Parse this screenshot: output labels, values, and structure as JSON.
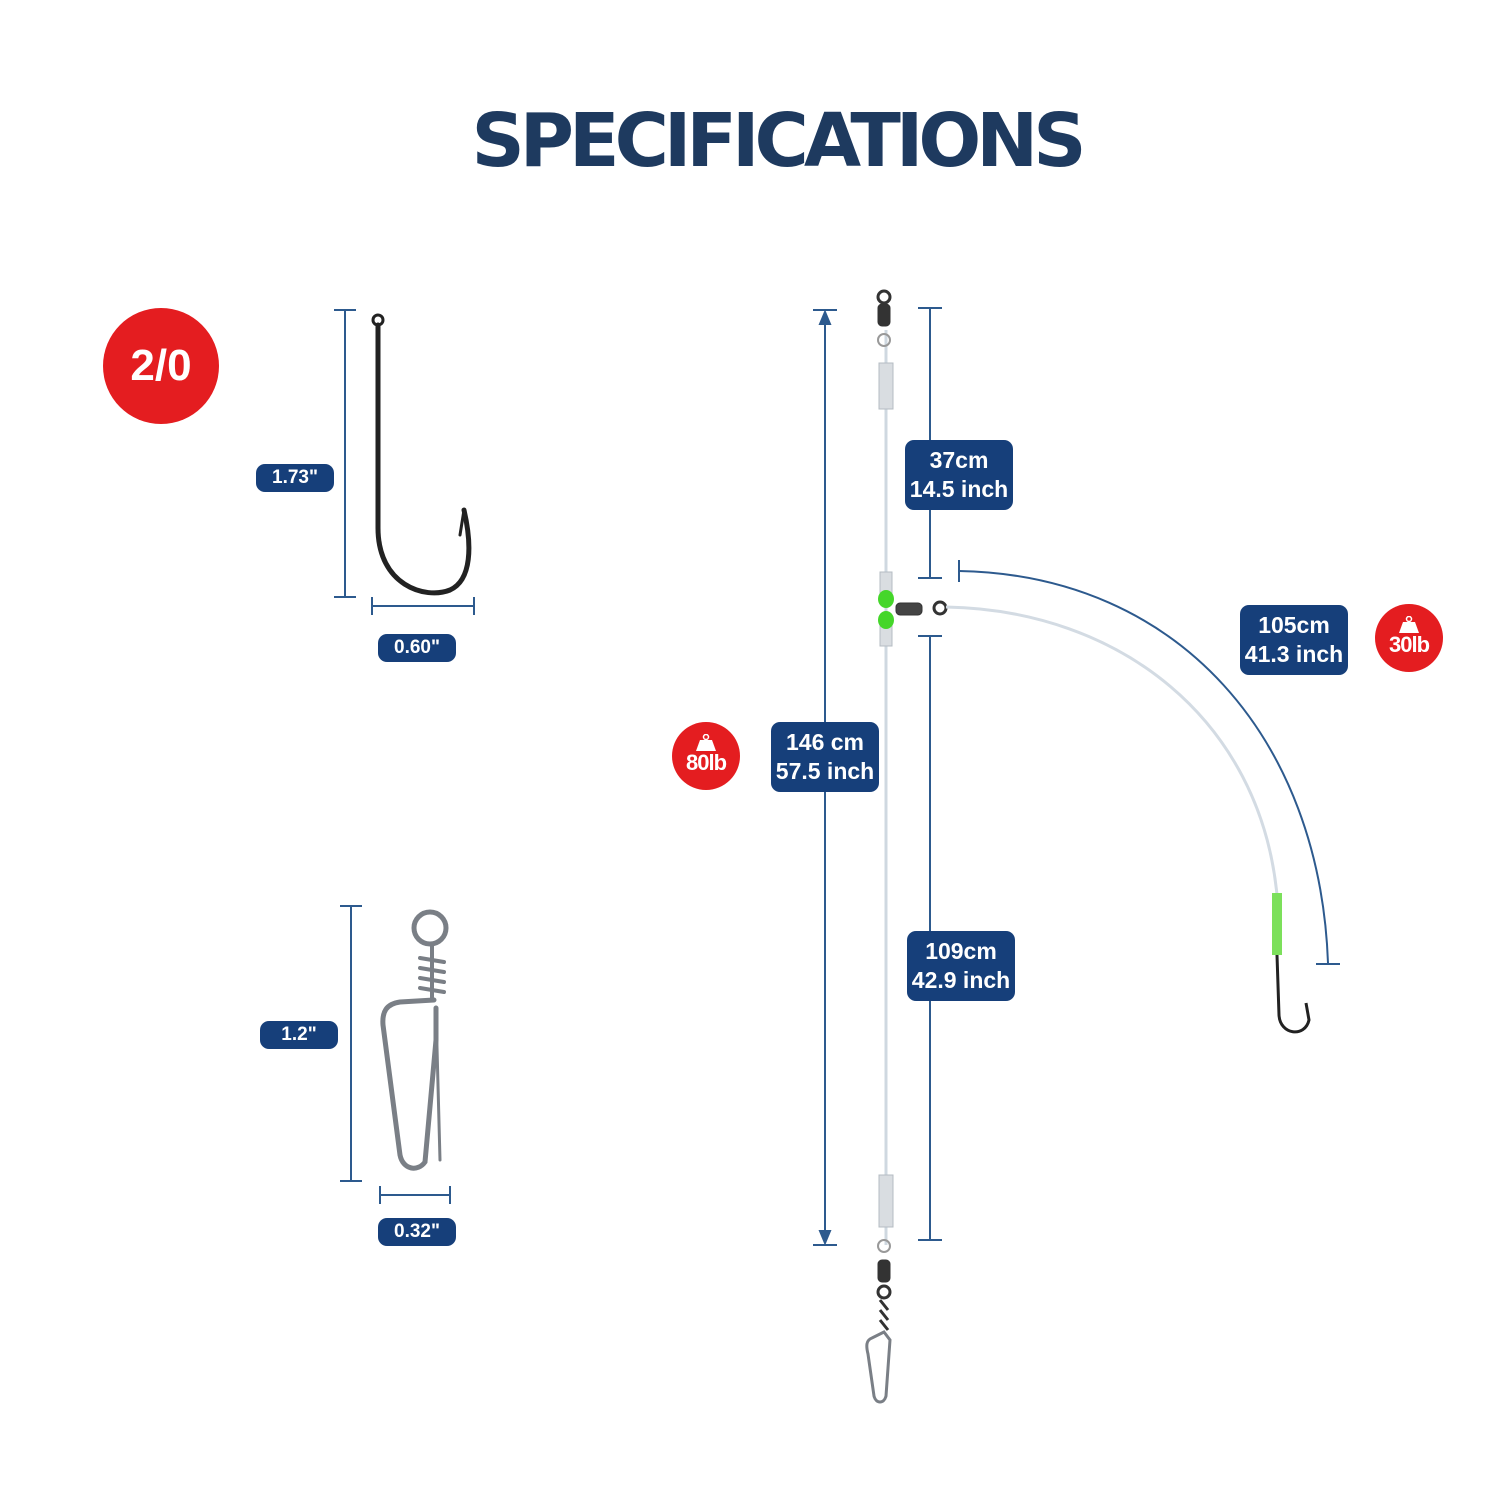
{
  "title": "SPECIFICATIONS",
  "hook": {
    "size": "2/0",
    "length": "1.73\"",
    "width": "0.60\""
  },
  "snap": {
    "length": "1.2\"",
    "width": "0.32\""
  },
  "rig": {
    "upper": {
      "cm": "37cm",
      "inch": "14.5 inch"
    },
    "total": {
      "cm": "146 cm",
      "inch": "57.5 inch"
    },
    "lower": {
      "cm": "109cm",
      "inch": "42.9 inch"
    },
    "branch": {
      "cm": "105cm",
      "inch": "41.3 inch"
    },
    "main_line_strength": "80lb",
    "branch_line_strength": "30lb"
  },
  "colors": {
    "navy": "#163f7a",
    "title": "#1e3a5f",
    "red": "#e41d20",
    "dimension_line": "#2d5a8e",
    "bead_green": "#45d62a"
  }
}
